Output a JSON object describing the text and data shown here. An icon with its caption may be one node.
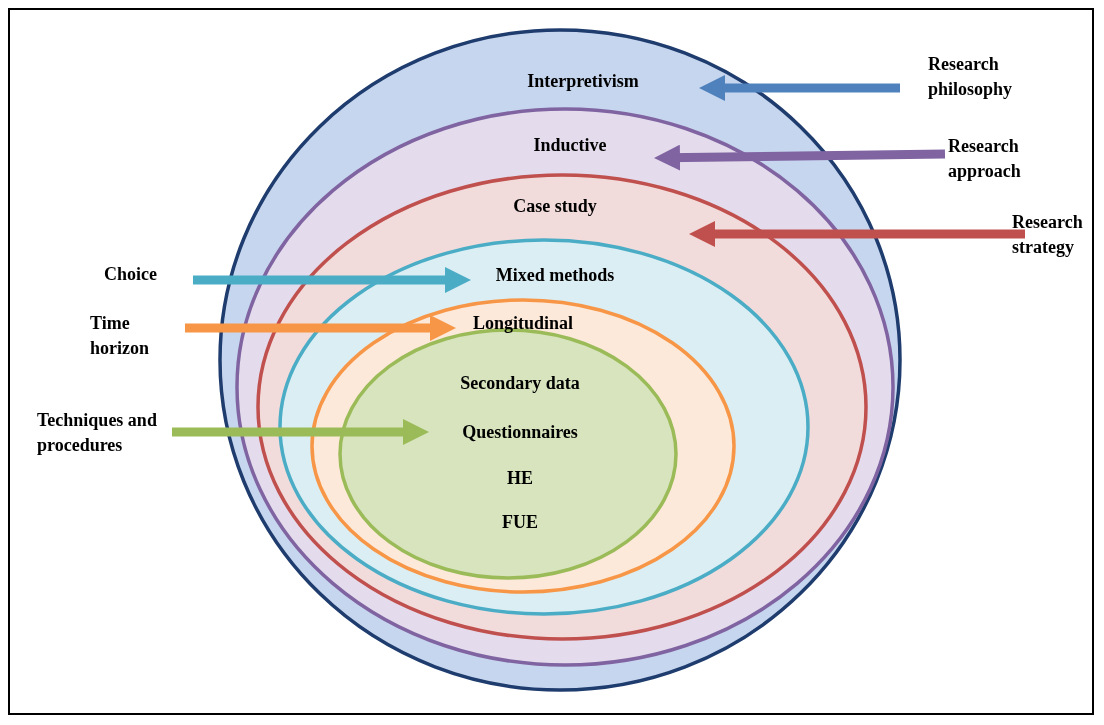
{
  "diagram": {
    "nodes": [
      {
        "text": [
          "Interpretivism"
        ]
      },
      {
        "text": [
          "Inductive"
        ],
        "in": 0
      },
      {
        "text": [
          "Case study"
        ],
        "in": 1
      },
      {
        "text": [
          "Mixed methods"
        ],
        "in": 2
      },
      {
        "text": [
          "Longitudinal"
        ],
        "in": 3
      },
      {
        "text": [
          "Secondary data",
          "Questionnaires",
          "HE",
          "FUE"
        ],
        "in": 4
      },
      {
        "text": [
          "Research philosophy"
        ]
      },
      {
        "text": [
          "Research approach"
        ]
      },
      {
        "text": [
          "Research strategy"
        ]
      },
      {
        "text": [
          "Choice"
        ]
      },
      {
        "text": [
          "Time horizon"
        ]
      },
      {
        "text": [
          "Techniques and procedures"
        ]
      }
    ],
    "edges": [
      {
        "from": 6,
        "to": 0,
        "arrow": "to",
        "color": "#4f81bd"
      },
      {
        "from": 7,
        "to": 1,
        "arrow": "to",
        "color": "#8064a2"
      },
      {
        "from": 8,
        "to": 2,
        "arrow": "to",
        "color": "#c0504d"
      },
      {
        "from": 9,
        "to": 3,
        "arrow": "to",
        "color": "#4bacc6"
      },
      {
        "from": 10,
        "to": 4,
        "arrow": "to",
        "color": "#f79646"
      },
      {
        "from": 11,
        "to": 5,
        "arrow": "to",
        "color": "#9bbb59"
      }
    ]
  }
}
